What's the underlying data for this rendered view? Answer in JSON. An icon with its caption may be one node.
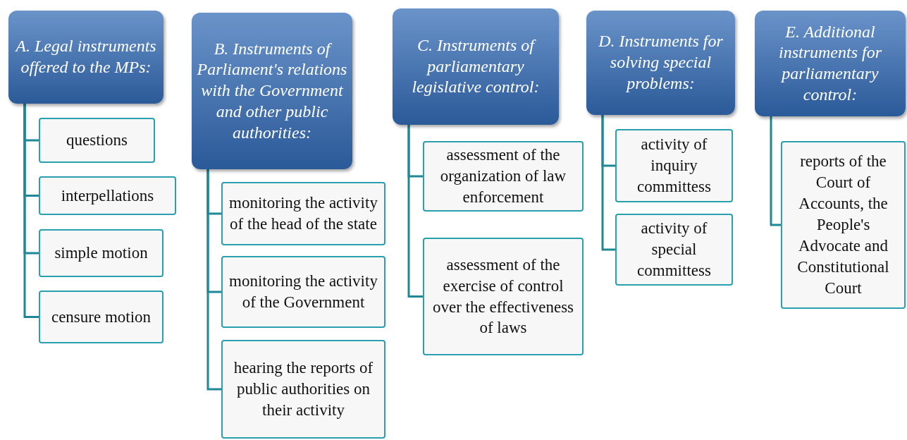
{
  "diagram": {
    "nodes": [
      {
        "text": [
          "A. Legal instruments offered to the MPs:"
        ]
      },
      {
        "text": [
          "questions"
        ]
      },
      {
        "text": [
          "interpellations"
        ]
      },
      {
        "text": [
          "simple motion"
        ]
      },
      {
        "text": [
          "censure motion"
        ]
      },
      {
        "text": [
          "B. Instruments of Parliament's relations with the Government and other public authorities:"
        ]
      },
      {
        "text": [
          "monitoring the activity of the head of the state"
        ]
      },
      {
        "text": [
          "monitoring the activity of the Government"
        ]
      },
      {
        "text": [
          "hearing the reports of public authorities on their activity"
        ]
      },
      {
        "text": [
          "C. Instruments of parliamentary legislative control:"
        ]
      },
      {
        "text": [
          "assessment of the organization of law enforcement"
        ]
      },
      {
        "text": [
          "assessment of the exercise of control over the effectiveness of laws"
        ]
      },
      {
        "text": [
          "D. Instruments for solving special problems:"
        ]
      },
      {
        "text": [
          "activity of inquiry committess"
        ]
      },
      {
        "text": [
          "activity of special committess"
        ]
      },
      {
        "text": [
          "E. Additional instruments for parliamentary control:"
        ]
      },
      {
        "text": [
          "reports of the Court of Accounts, the People's Advocate and Constitutional Court"
        ]
      }
    ],
    "edges": [
      {
        "from": 0,
        "to": 1,
        "arrow": "none"
      },
      {
        "from": 0,
        "to": 2,
        "arrow": "none"
      },
      {
        "from": 0,
        "to": 3,
        "arrow": "none"
      },
      {
        "from": 0,
        "to": 4,
        "arrow": "none"
      },
      {
        "from": 5,
        "to": 6,
        "arrow": "none"
      },
      {
        "from": 5,
        "to": 7,
        "arrow": "none"
      },
      {
        "from": 5,
        "to": 8,
        "arrow": "none"
      },
      {
        "from": 9,
        "to": 10,
        "arrow": "none"
      },
      {
        "from": 9,
        "to": 11,
        "arrow": "none"
      },
      {
        "from": 12,
        "to": 13,
        "arrow": "none"
      },
      {
        "from": 12,
        "to": 14,
        "arrow": "none"
      },
      {
        "from": 15,
        "to": 16,
        "arrow": "none"
      }
    ]
  }
}
